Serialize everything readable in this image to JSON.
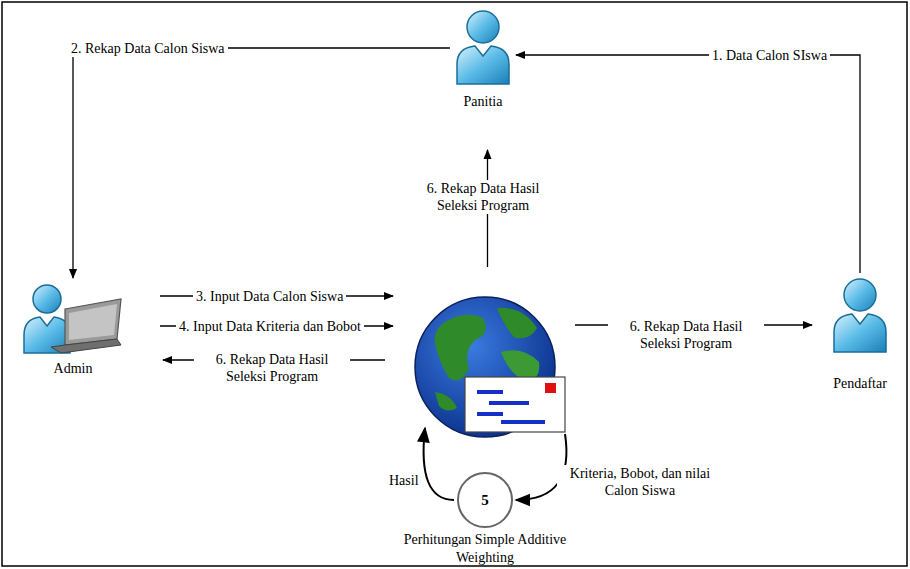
{
  "diagram": {
    "nodes": [
      {
        "text": [
          "Panitia"
        ]
      },
      {
        "text": [
          "Admin"
        ]
      },
      {
        "text": []
      },
      {
        "text": [
          "Pendaftar"
        ]
      },
      {
        "text": [
          "5",
          "Perhitungan Simple Additive Weighting"
        ]
      }
    ],
    "edges": [
      {
        "from": 3,
        "to": 0,
        "label": "1. Data Calon SIswa",
        "arrow": "to"
      },
      {
        "from": 0,
        "to": 1,
        "label": "2. Rekap Data Calon Siswa",
        "arrow": "to"
      },
      {
        "from": 1,
        "to": 2,
        "label": "3. Input Data Calon Siswa",
        "arrow": "to"
      },
      {
        "from": 1,
        "to": 2,
        "label": "4. Input Data Kriteria dan Bobot",
        "arrow": "to"
      },
      {
        "from": 2,
        "to": 1,
        "label": "6. Rekap Data Hasil Seleksi Program",
        "arrow": "to"
      },
      {
        "from": 2,
        "to": 0,
        "label": "6. Rekap Data Hasil Seleksi Program",
        "arrow": "to"
      },
      {
        "from": 2,
        "to": 3,
        "label": "6. Rekap Data Hasil Seleksi Program",
        "arrow": "to"
      },
      {
        "from": 2,
        "to": 4,
        "label": "Kriteria, Bobot, dan nilai Calon Siswa",
        "arrow": "to"
      },
      {
        "from": 4,
        "to": 2,
        "label": "Hasil",
        "arrow": "to"
      }
    ]
  }
}
